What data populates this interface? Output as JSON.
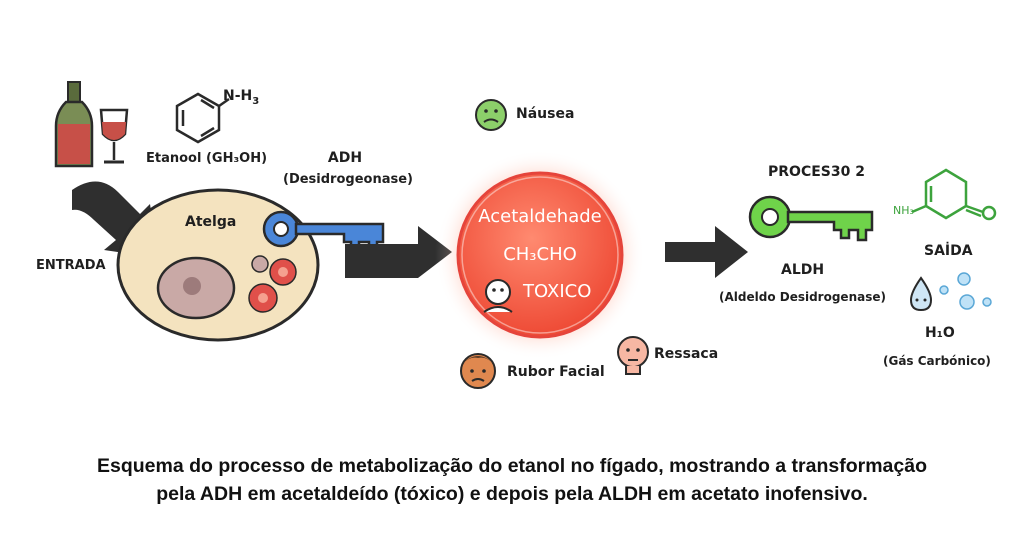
{
  "entrada": "ENTRADA",
  "cell": {
    "label": "Atelga"
  },
  "compound": {
    "formula": "N-H",
    "subscript": "3",
    "name": "Etanool (GH₃OH)"
  },
  "adh": {
    "name": "ADH",
    "full": "(Desidrogeonase)"
  },
  "central": {
    "line1": "Acetaldehade",
    "line2": "CH₃CHO",
    "line3": "TOXICO"
  },
  "effects": {
    "nausea": "Náusea",
    "rubor": "Rubor Facial",
    "ressaca": "Ressaca"
  },
  "process2": "PROCES30 2",
  "aldh": {
    "name": "ALDH",
    "full": "(Aldeldo Desidrogenase)"
  },
  "saida": "SAİDA",
  "product": {
    "nh3": "NH₃",
    "water": "H₁O",
    "gas": "(Gás Carbónico)"
  },
  "caption": {
    "line1": "Esquema do processo de metabolização do etanol no fígado, mostrando a transformação",
    "line2": "pela ADH em acetaldeído (tóxico) e depois pela ALDH em acetato inofensivo."
  },
  "colors": {
    "key_adh": "#4a86d8",
    "key_aldh": "#6fd34a",
    "toxic": "#f25c4a",
    "arrow": "#2f2f2f",
    "cell": "#f4e3bf"
  }
}
